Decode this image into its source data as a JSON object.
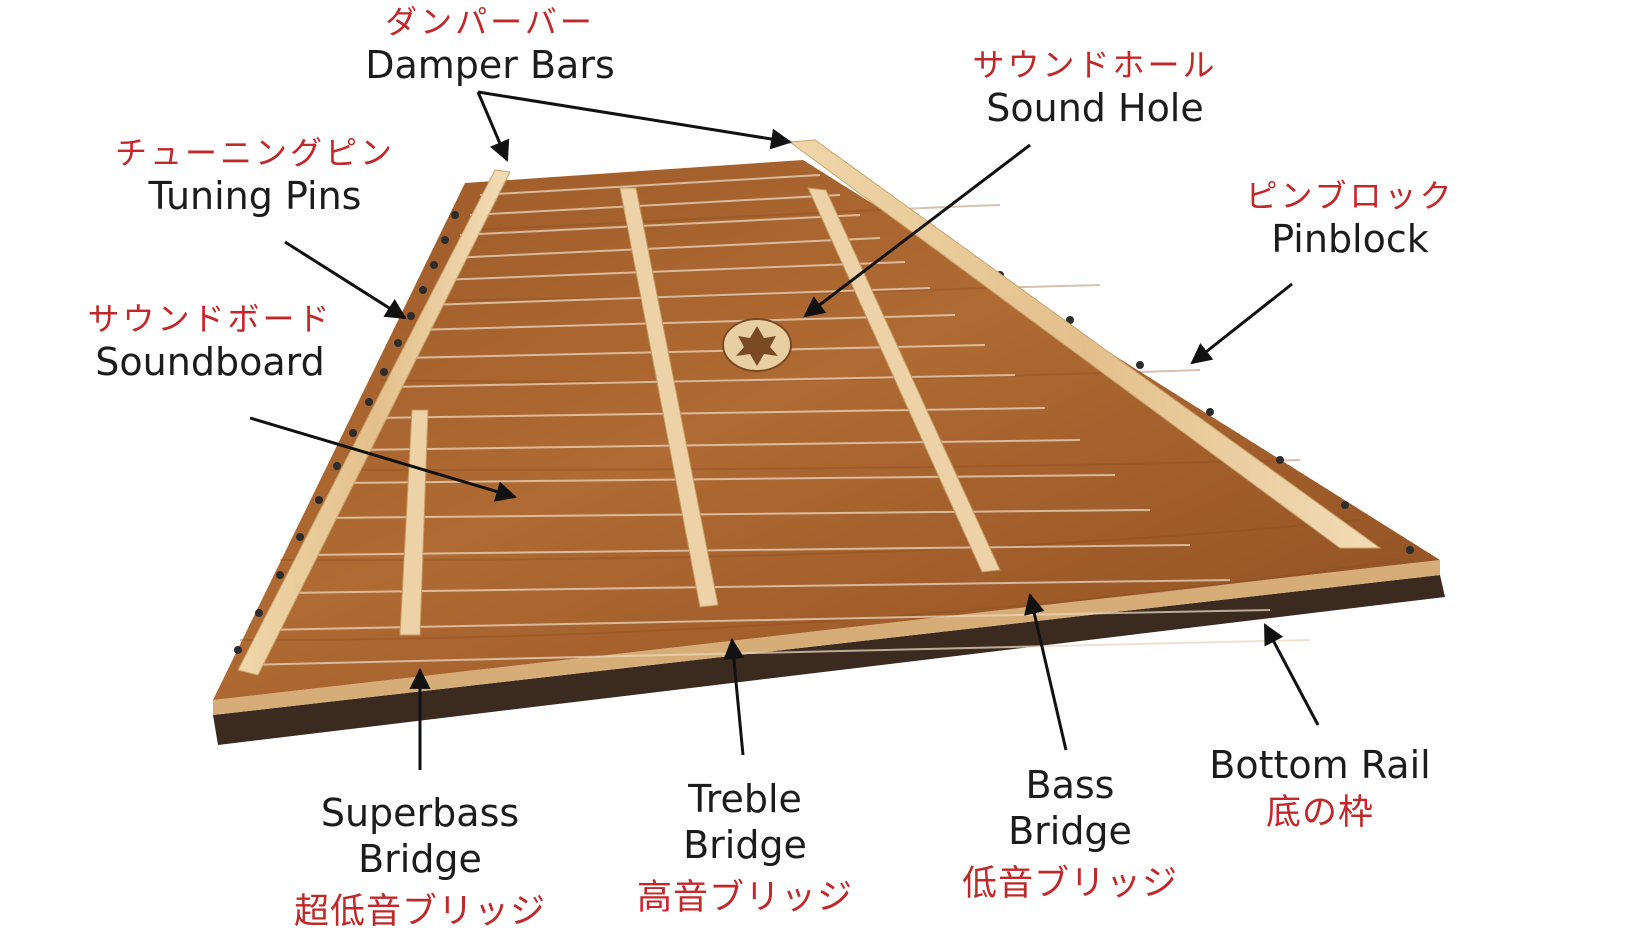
{
  "labels": {
    "damper_bars": {
      "ja": "ダンパーバー",
      "en": "Damper Bars"
    },
    "sound_hole": {
      "ja": "サウンドホール",
      "en": "Sound Hole"
    },
    "tuning_pins": {
      "ja": "チューニングピン",
      "en": "Tuning Pins"
    },
    "pinblock": {
      "ja": "ピンブロック",
      "en": "Pinblock"
    },
    "soundboard": {
      "ja": "サウンドボード",
      "en": "Soundboard"
    },
    "superbass_bridge": {
      "en_line1": "Superbass",
      "en_line2": "Bridge",
      "ja": "超低音ブリッジ"
    },
    "treble_bridge": {
      "en_line1": "Treble",
      "en_line2": "Bridge",
      "ja": "高音ブリッジ"
    },
    "bass_bridge": {
      "en_line1": "Bass",
      "en_line2": "Bridge",
      "ja": "低音ブリッジ"
    },
    "bottom_rail": {
      "en": "Bottom Rail",
      "ja": "底の枠"
    }
  },
  "colors": {
    "english_text": "#1c1c1c",
    "japanese_text": "#c0282a",
    "soundboard_wood": "#a5622d",
    "maple_rail": "#e7c898",
    "frame_edge": "#3a2a20",
    "arrow": "#111111"
  }
}
